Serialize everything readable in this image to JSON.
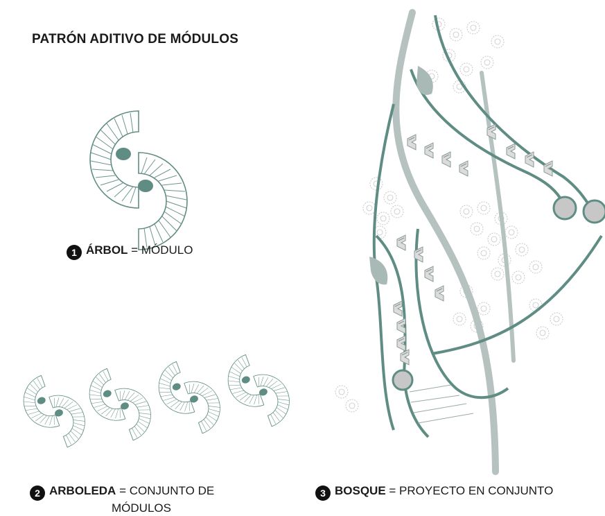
{
  "title": "PATRÓN ADITIVO DE MÓDULOS",
  "captions": [
    {
      "number": "1",
      "bold": "ÁRBOL",
      "rest": " = MÓDULO"
    },
    {
      "number": "2",
      "bold": "ARBOLEDA",
      "rest": " = CONJUNTO DE",
      "line2": "MÓDULOS"
    },
    {
      "number": "3",
      "bold": "BOSQUE",
      "rest": " = PROYECTO EN CONJUNTO"
    }
  ],
  "colors": {
    "module_green": "#5f8c83",
    "hatch_green": "#6b958c",
    "path_grey": "#b5c2bf",
    "tree_grey": "#c7c7c7",
    "text": "#1a1a1a"
  }
}
